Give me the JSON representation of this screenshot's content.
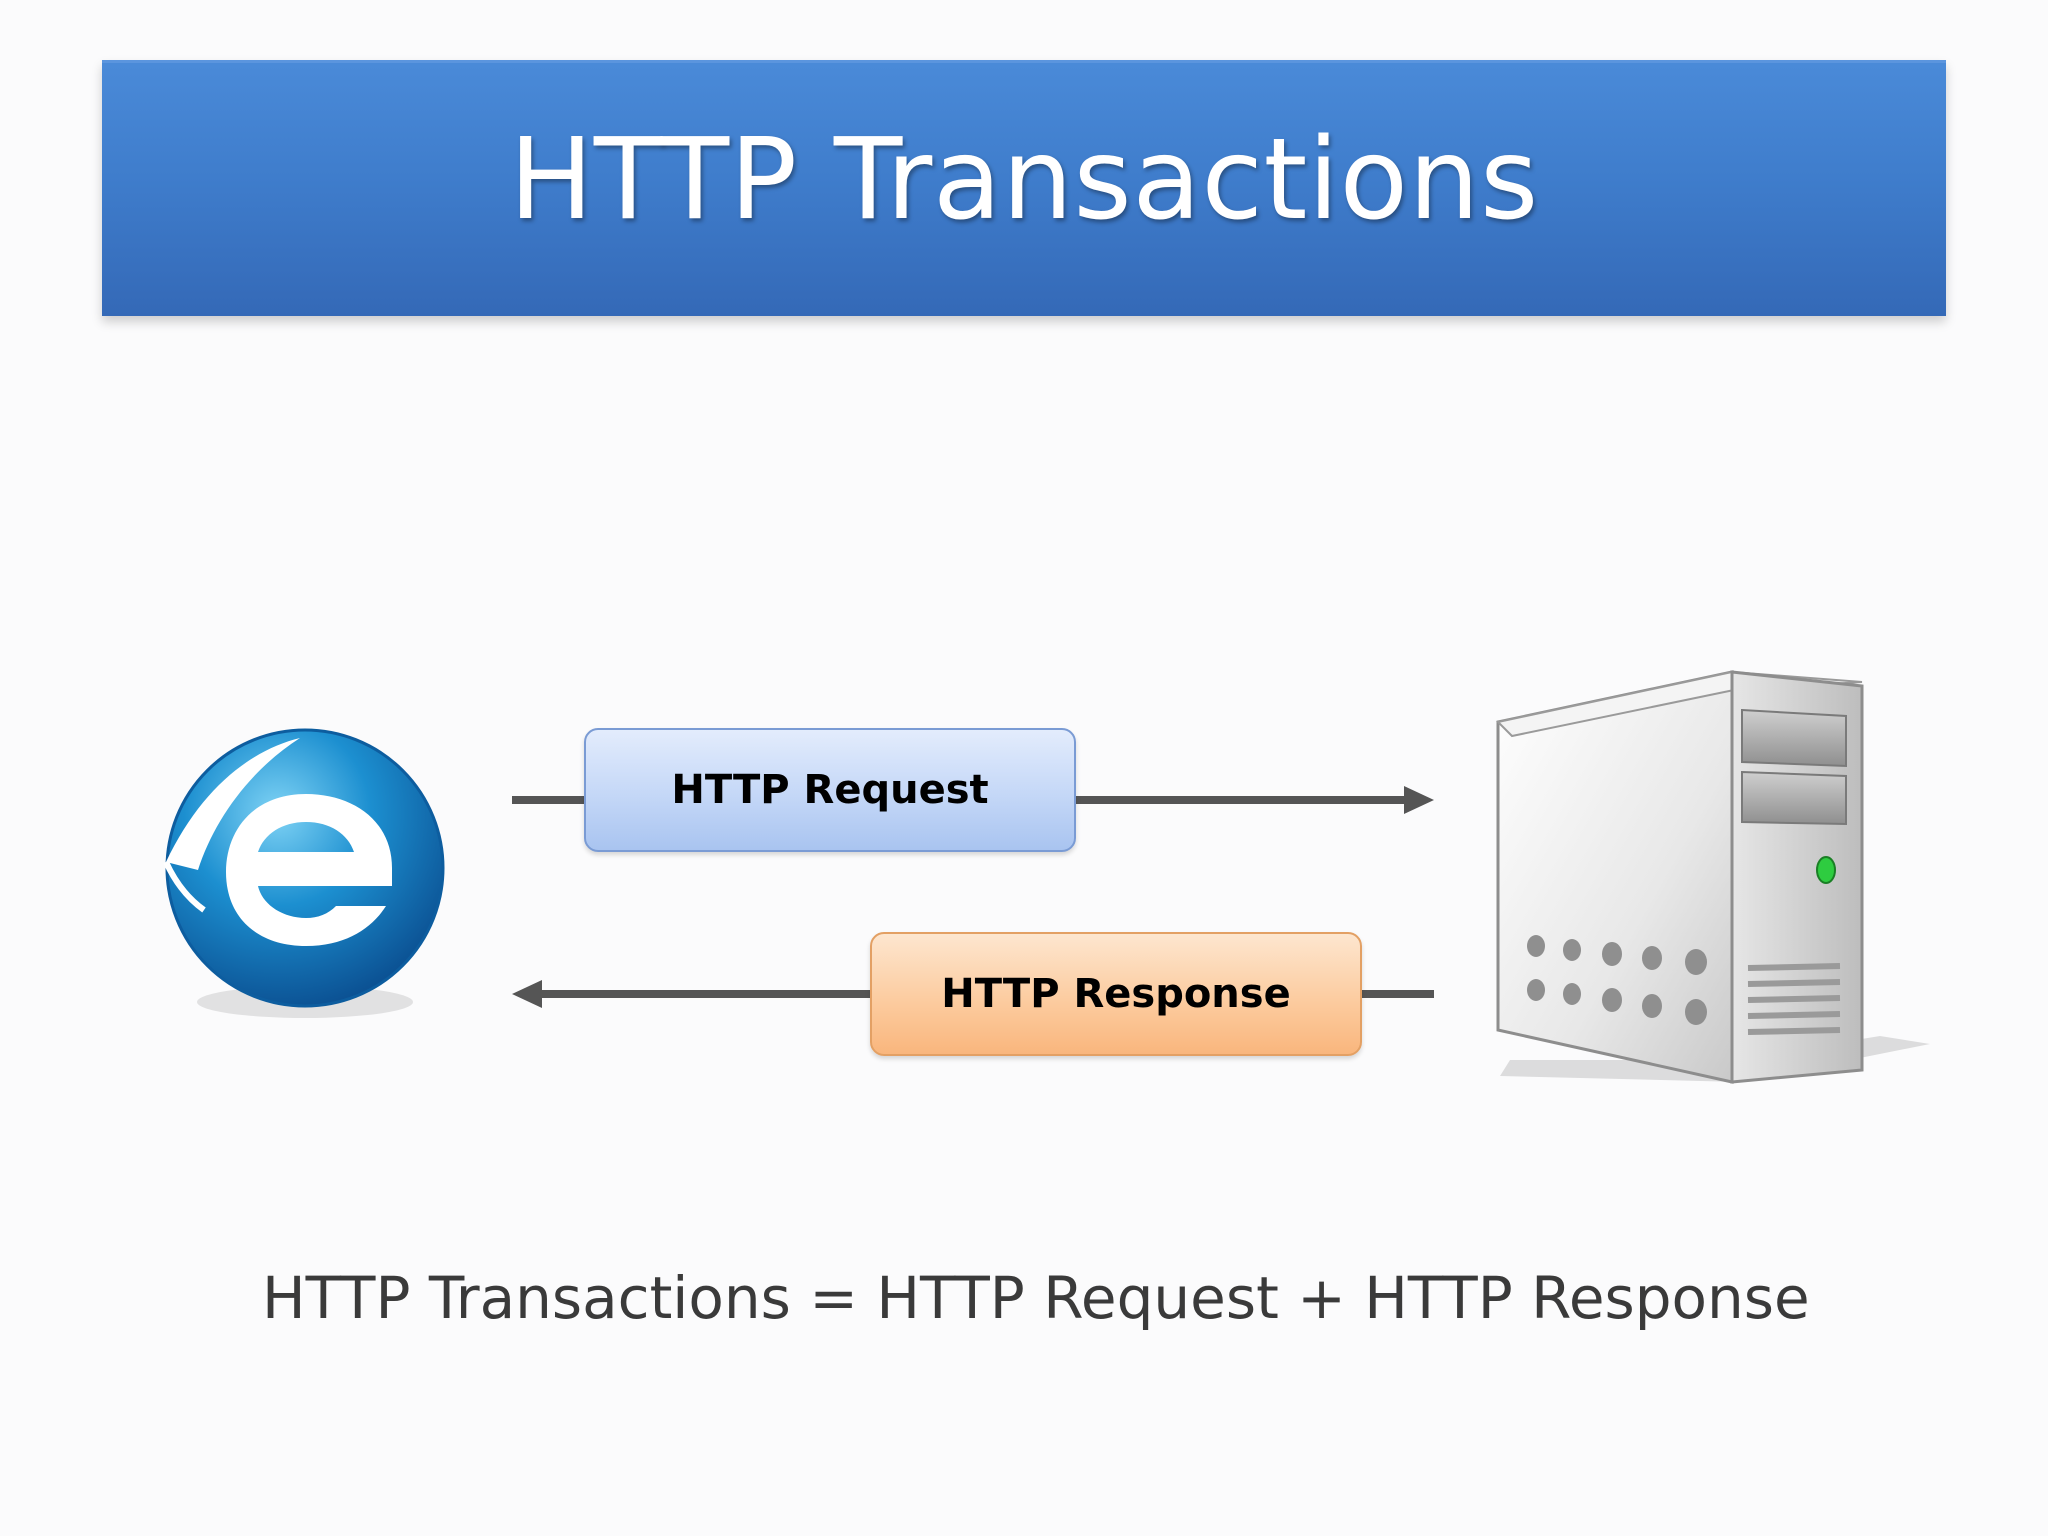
{
  "slide": {
    "title": "HTTP Transactions",
    "equation": "HTTP Transactions = HTTP Request + HTTP Response"
  },
  "diagram": {
    "client_icon": "internet-explorer-browser-icon",
    "server_icon": "server-tower-icon",
    "request_label": "HTTP Request",
    "response_label": "HTTP Response",
    "colors": {
      "title_bar": "#3f7dcc",
      "request_box": "#c4d7f7",
      "response_box": "#fccca0",
      "arrow": "#555555"
    }
  }
}
